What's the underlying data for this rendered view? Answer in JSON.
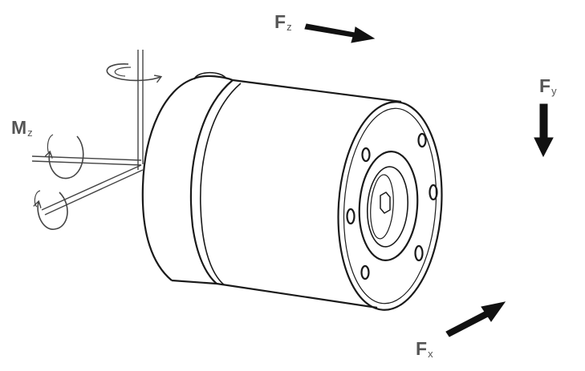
{
  "labels": {
    "fz": {
      "main": "F",
      "sub": "z"
    },
    "fy": {
      "main": "F",
      "sub": "y"
    },
    "fx": {
      "main": "F",
      "sub": "x"
    },
    "mz": {
      "main": "M",
      "sub": "z"
    }
  },
  "colors": {
    "line": "#1a1a1a",
    "arrow": "#111111",
    "label": "#555555",
    "axis": "#444444"
  },
  "icons": {
    "force_arrow": "solid-arrow-icon",
    "moment_arrow": "curved-arrow-icon"
  }
}
